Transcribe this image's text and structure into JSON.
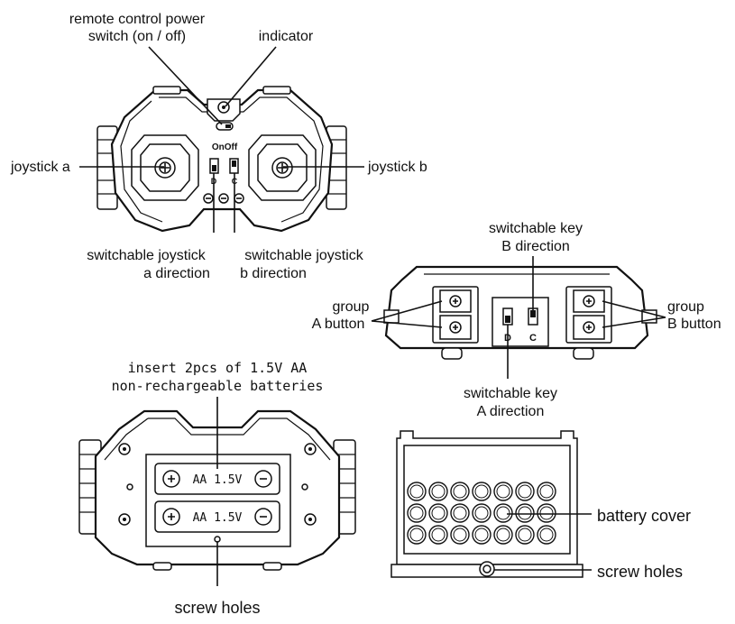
{
  "labels": {
    "power_switch_line1": "remote control power",
    "power_switch_line2": "switch (on / off)",
    "indicator": "indicator",
    "joystick_a": "joystick a",
    "joystick_b": "joystick b",
    "switch_joy_a_line1": "switchable joystick",
    "switch_joy_a_line2": "a direction",
    "switch_joy_b_line1": "switchable joystick",
    "switch_joy_b_line2": "b direction",
    "switch_key_b_line1": "switchable key",
    "switch_key_b_line2": "B direction",
    "group_a_line1": "group",
    "group_a_line2": "A button",
    "group_b_line1": "group",
    "group_b_line2": "B button",
    "switch_key_a_line1": "switchable key",
    "switch_key_a_line2": "A direction",
    "batteries_line1": "insert 2pcs of 1.5V AA",
    "batteries_line2": "non-rechargeable batteries",
    "screw_holes_bottom": "screw holes",
    "battery_cover": "battery cover",
    "screw_holes_cover": "screw holes"
  },
  "device_marks": {
    "on_off": "OnOff",
    "battery_text_1": "AA  1.5V",
    "battery_text_2": "AA  1.5V",
    "switch_mark_left": "D",
    "switch_mark_right": "C",
    "key_mark_left": "D",
    "key_mark_right": "C"
  }
}
